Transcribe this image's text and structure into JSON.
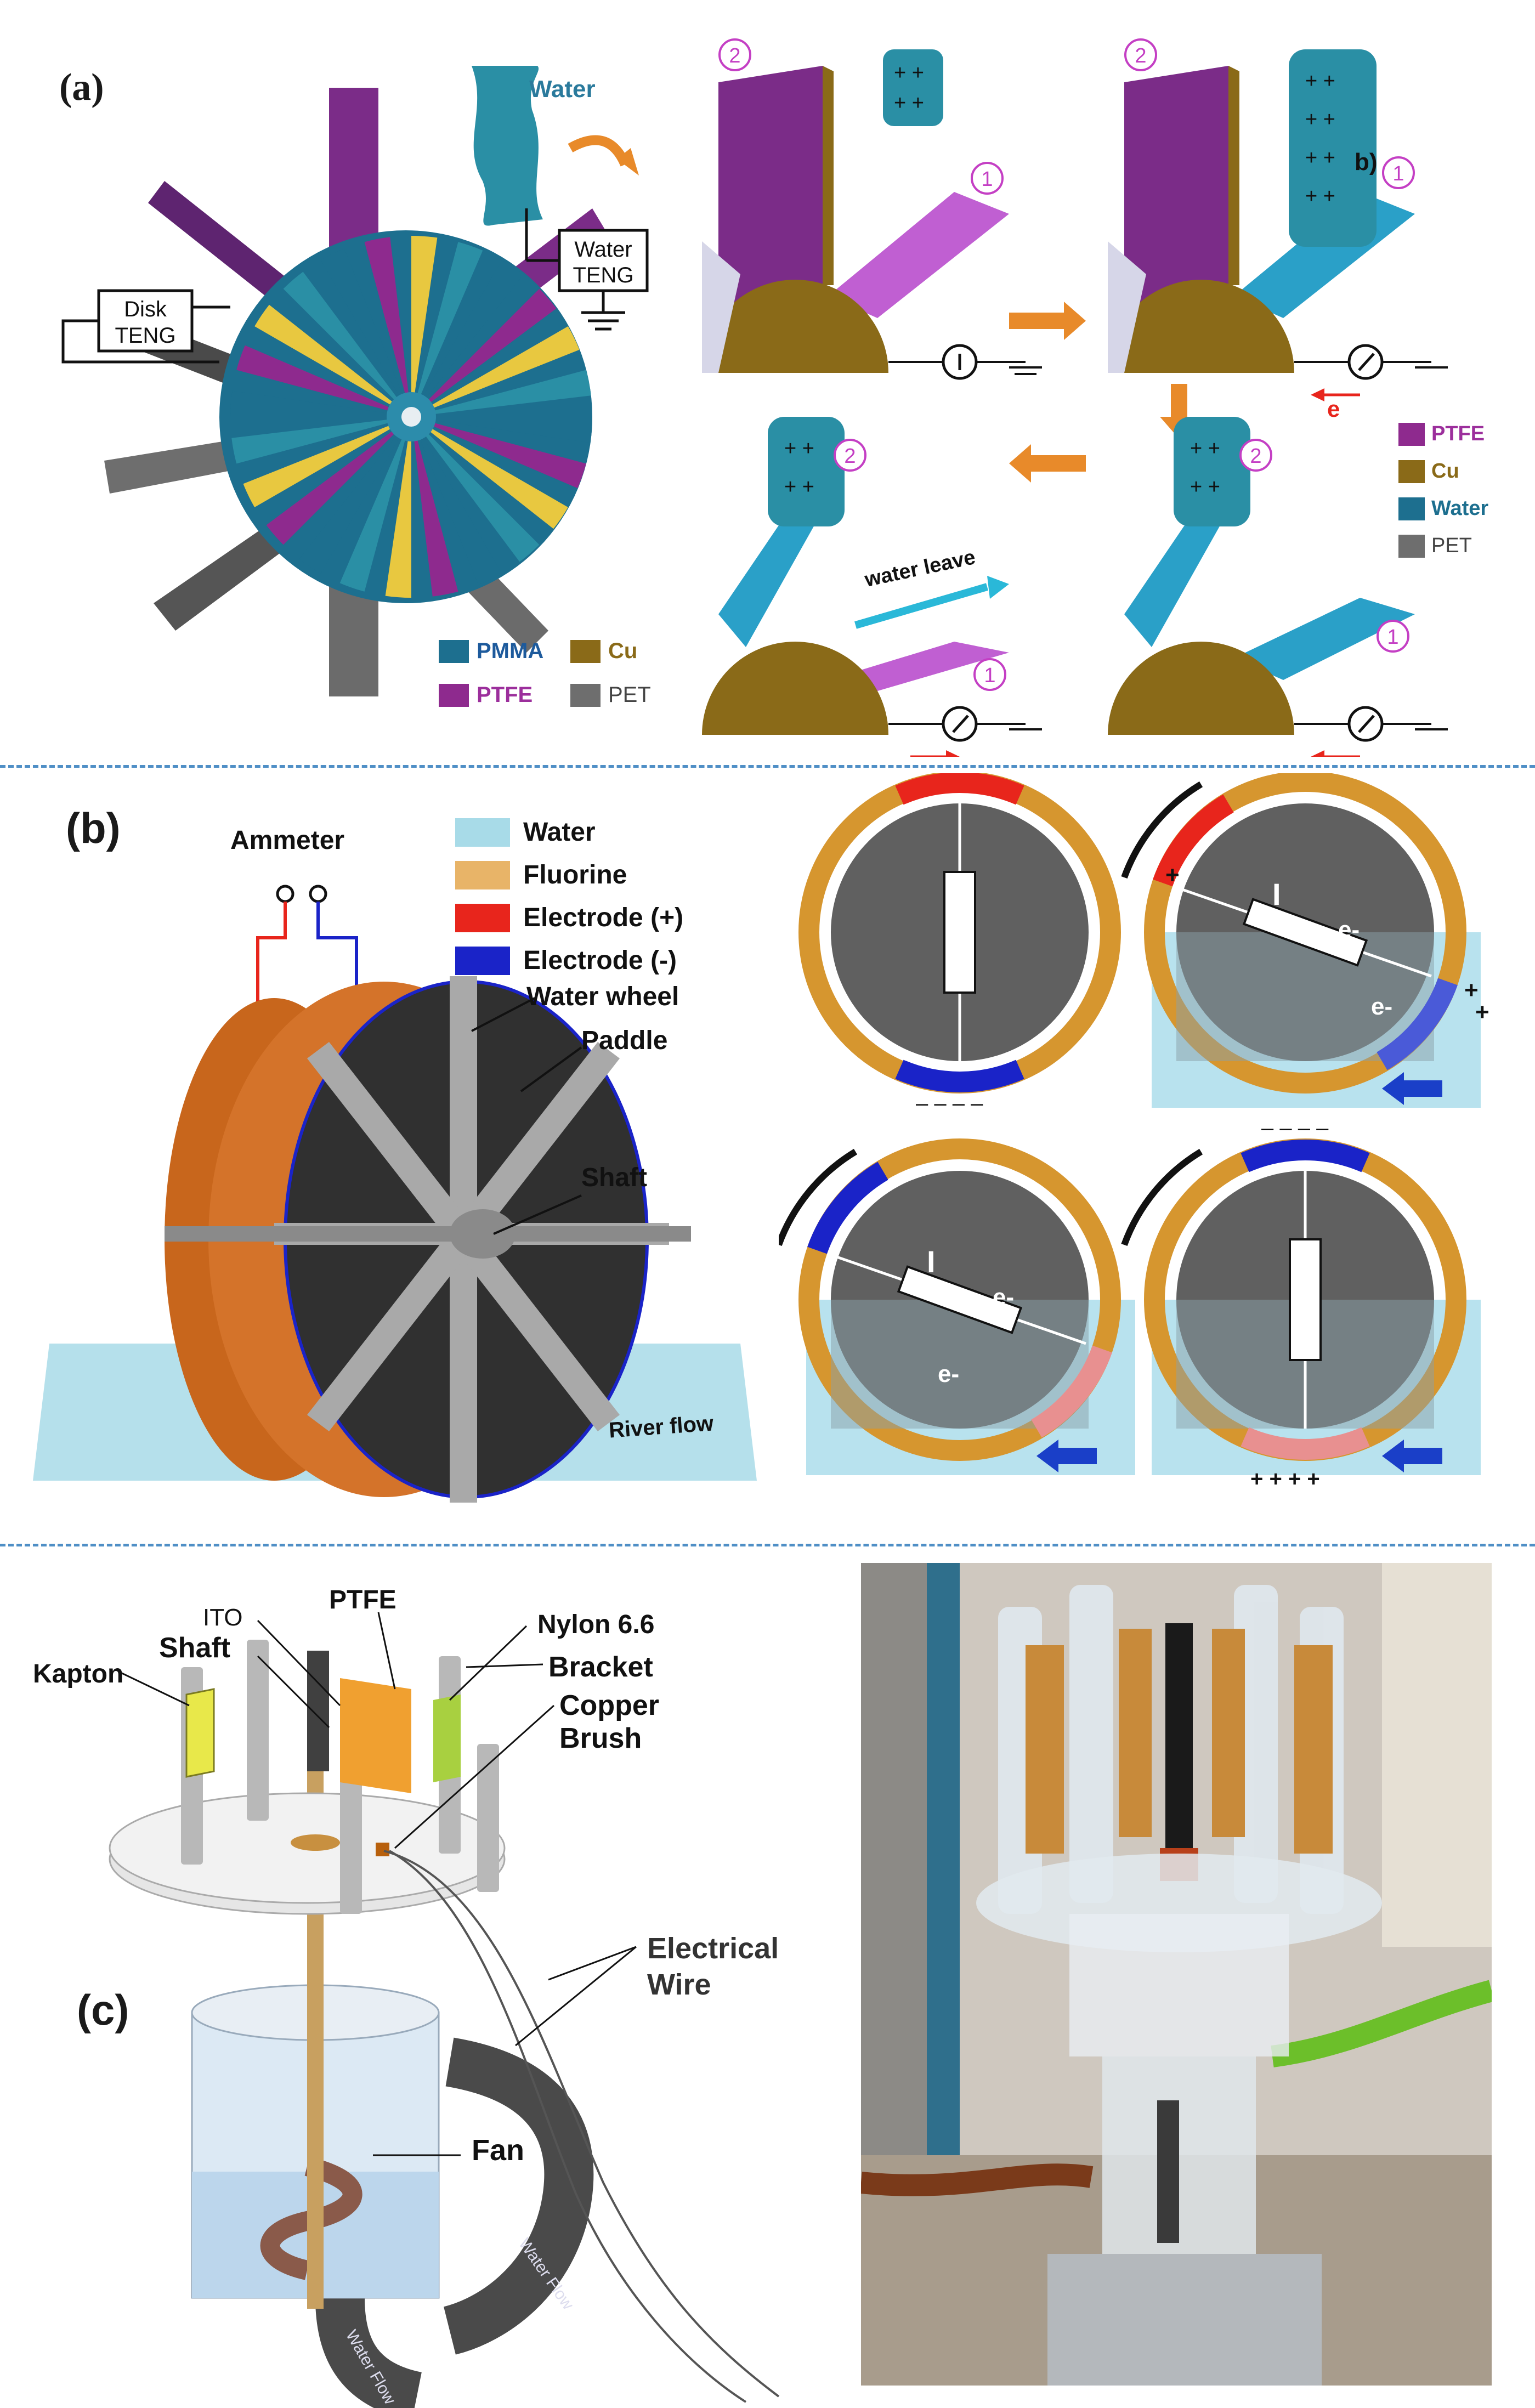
{
  "panel_a": {
    "label": "(a)",
    "water": "Water",
    "water_teng": [
      "Water",
      "TENG"
    ],
    "disk_teng": [
      "Disk",
      "TENG"
    ],
    "legend_left": [
      {
        "name": "PMMA",
        "color": "#1d6f8f"
      },
      {
        "name": "Cu",
        "color": "#8a6a18"
      },
      {
        "name": "PTFE",
        "color": "#8e2a8e"
      },
      {
        "name": "PET",
        "color": "#6e6e6e"
      }
    ],
    "legend_right": [
      {
        "name": "PTFE",
        "color": "#8e2a8e"
      },
      {
        "name": "Cu",
        "color": "#8a6a18"
      },
      {
        "name": "Water",
        "color": "#1d6f8f"
      },
      {
        "name": "PET",
        "color": "#6e6e6e"
      }
    ],
    "step_numbers": [
      "2",
      "1"
    ],
    "electron": "e",
    "water_leave": "water leave",
    "stray_label": "b)"
  },
  "panel_b": {
    "label": "(b)",
    "ammeter": "Ammeter",
    "legend": [
      {
        "name": "Water",
        "color": "#a8dbe8"
      },
      {
        "name": "Fluorine",
        "color": "#e8b468"
      },
      {
        "name": "Electrode (+)",
        "color": "#e8251c"
      },
      {
        "name": "Electrode (-)",
        "color": "#1a23c8"
      }
    ],
    "water_wheel": "Water wheel",
    "paddle": "Paddle",
    "shaft": "Shaft",
    "river_flow": "River flow",
    "current": "I",
    "electron": "e-"
  },
  "panel_c": {
    "label": "(c)",
    "ito": "ITO",
    "ptfe": "PTFE",
    "shaft": "Shaft",
    "kapton": "Kapton",
    "nylon": "Nylon 6.6",
    "bracket": "Bracket",
    "copper_brush": [
      "Copper",
      "Brush"
    ],
    "electrical_wire": [
      "Electrical",
      "Wire"
    ],
    "fan": "Fan",
    "water_flow": "Water Flow"
  }
}
